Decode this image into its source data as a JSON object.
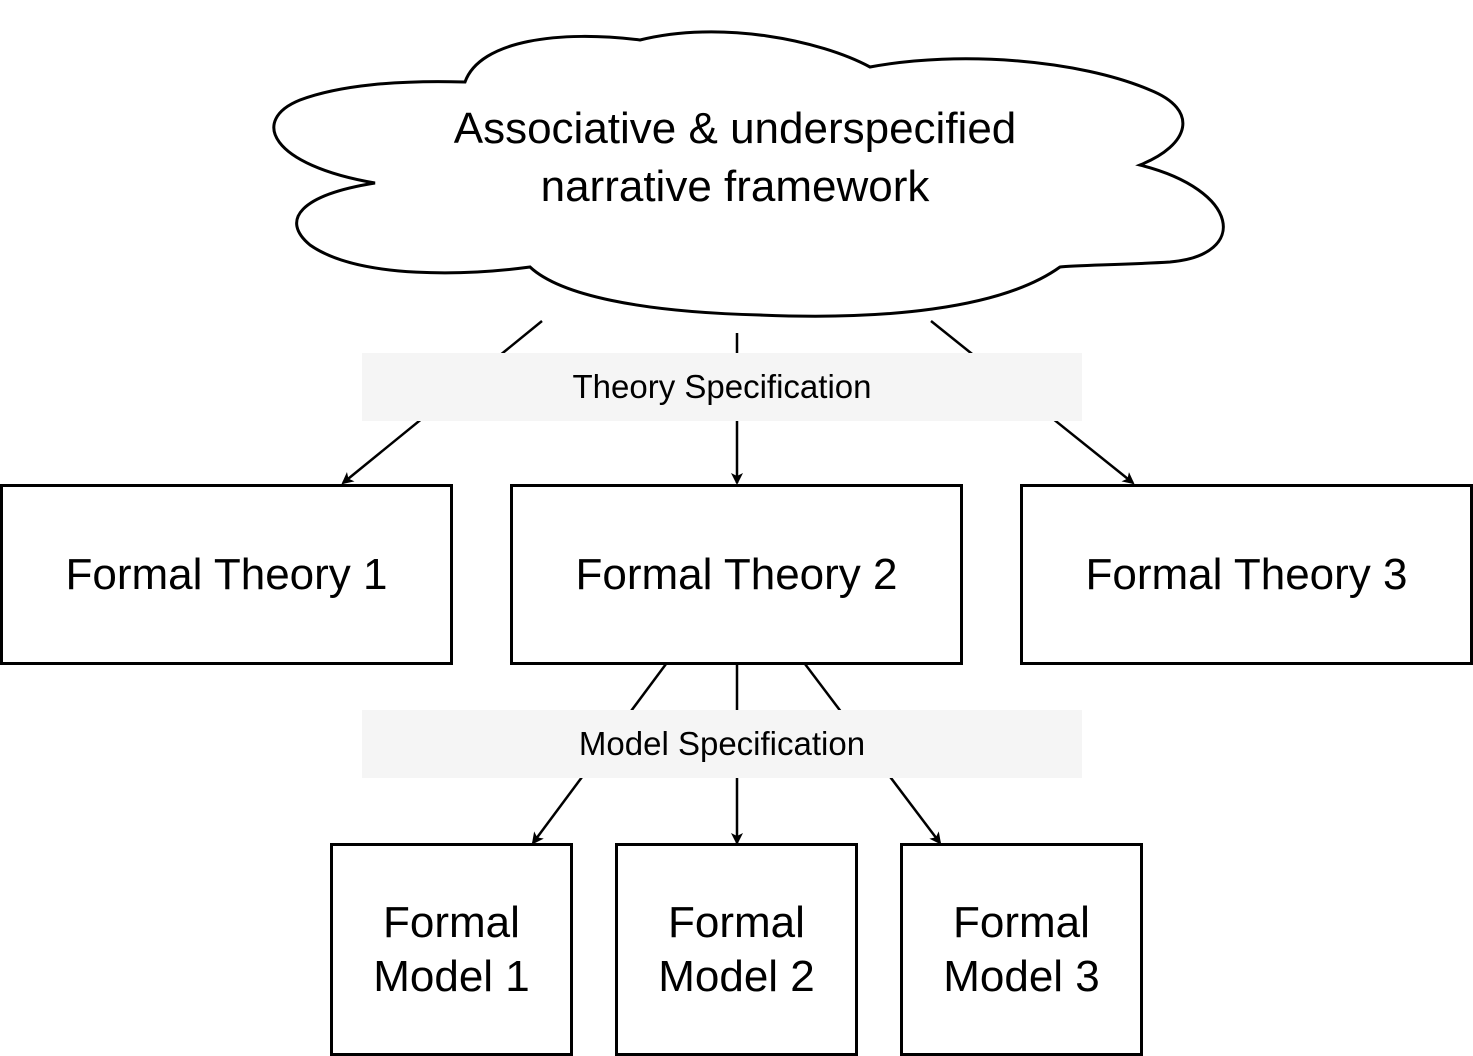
{
  "cloud": {
    "text_line1": "Associative & underspecified",
    "text_line2": "narrative framework"
  },
  "edge_labels": {
    "theory": "Theory Specification",
    "model": "Model Specification"
  },
  "theories": [
    {
      "label": "Formal Theory 1"
    },
    {
      "label": "Formal Theory 2"
    },
    {
      "label": "Formal Theory 3"
    }
  ],
  "models": [
    {
      "line1": "Formal",
      "line2": "Model 1"
    },
    {
      "line1": "Formal",
      "line2": "Model 2"
    },
    {
      "line1": "Formal",
      "line2": "Model 3"
    }
  ],
  "colors": {
    "stroke": "#000000",
    "label_band": "#f5f5f5"
  }
}
